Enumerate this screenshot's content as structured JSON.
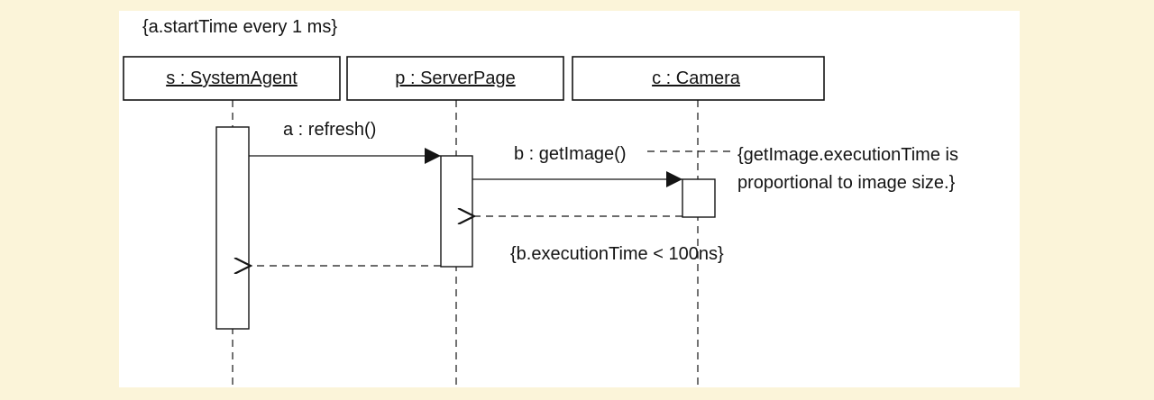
{
  "constraint_top": "{a.startTime every 1 ms}",
  "lifelines": {
    "system_agent": "s : SystemAgent",
    "server_page": "p : ServerPage",
    "camera": "c : Camera"
  },
  "messages": {
    "refresh": "a : refresh()",
    "get_image": "b : getImage()"
  },
  "notes": {
    "execution_line1": "{getImage.executionTime is",
    "execution_line2": "proportional to image size.}",
    "deadline": "{b.executionTime < 100ns}"
  },
  "colors": {
    "background": "#fbf4d9",
    "canvas": "#ffffff",
    "ink": "#141414"
  }
}
